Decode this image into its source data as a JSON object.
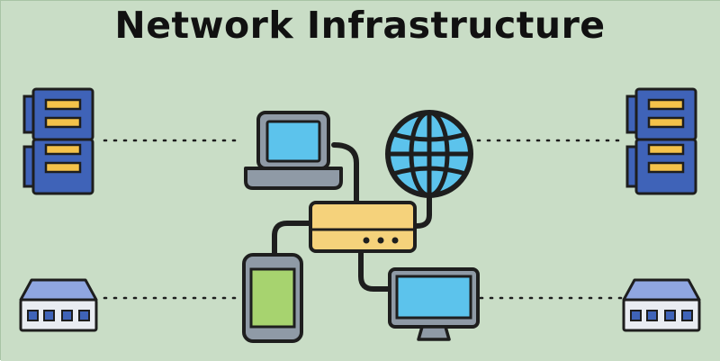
{
  "title": "Network Infrastructure",
  "colors": {
    "background": "#c9ddc6",
    "outline": "#1e1e1e",
    "server_blue": "#3f63b8",
    "server_slot": "#f4c24a",
    "laptop_screen": "#5cc3ec",
    "laptop_body": "#8f9aa6",
    "globe_blue": "#5cc3ec",
    "router_yellow": "#f5d27b",
    "phone_screen": "#a7d36f",
    "phone_body": "#8f9aa6",
    "monitor_screen": "#5cc3ec",
    "monitor_stand": "#8f9aa6",
    "switch_top": "#8fa6e0",
    "switch_front": "#e9ecf2"
  },
  "nodes": [
    {
      "id": "server-left",
      "icon": "server-rack-icon"
    },
    {
      "id": "server-right",
      "icon": "server-rack-icon"
    },
    {
      "id": "switch-left",
      "icon": "network-switch-icon"
    },
    {
      "id": "switch-right",
      "icon": "network-switch-icon"
    },
    {
      "id": "laptop",
      "icon": "laptop-icon"
    },
    {
      "id": "globe",
      "icon": "globe-icon"
    },
    {
      "id": "router",
      "icon": "router-icon"
    },
    {
      "id": "phone",
      "icon": "smartphone-icon"
    },
    {
      "id": "monitor",
      "icon": "desktop-monitor-icon"
    }
  ],
  "links": [
    {
      "from": "server-left",
      "to": "laptop",
      "style": "dotted"
    },
    {
      "from": "globe",
      "to": "server-right",
      "style": "dotted"
    },
    {
      "from": "switch-left",
      "to": "phone",
      "style": "dotted"
    },
    {
      "from": "monitor",
      "to": "switch-right",
      "style": "dotted"
    },
    {
      "from": "laptop",
      "to": "router",
      "style": "cable"
    },
    {
      "from": "globe",
      "to": "router",
      "style": "cable"
    },
    {
      "from": "router",
      "to": "phone",
      "style": "cable"
    },
    {
      "from": "router",
      "to": "monitor",
      "style": "cable"
    }
  ]
}
